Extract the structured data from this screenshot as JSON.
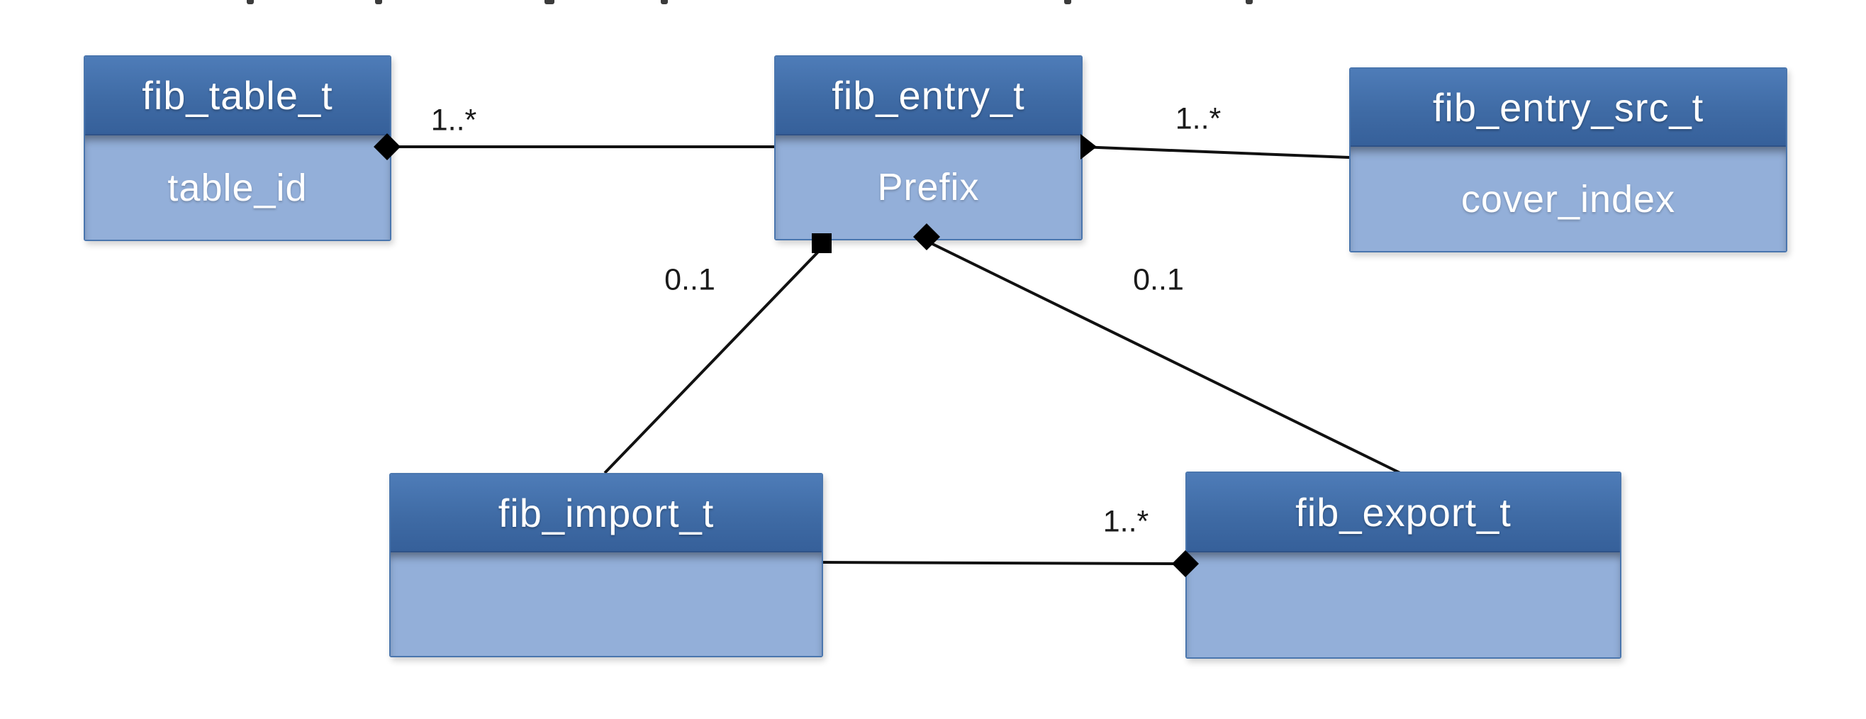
{
  "diagram": {
    "type": "uml-class-diagram",
    "entities": [
      {
        "id": "fib_table_t",
        "title": "fib_table_t",
        "attribute": "table_id"
      },
      {
        "id": "fib_entry_t",
        "title": "fib_entry_t",
        "attribute": "Prefix"
      },
      {
        "id": "fib_entry_src_t",
        "title": "fib_entry_src_t",
        "attribute": "cover_index"
      },
      {
        "id": "fib_import_t",
        "title": "fib_import_t",
        "attribute": ""
      },
      {
        "id": "fib_export_t",
        "title": "fib_export_t",
        "attribute": ""
      }
    ],
    "relationships": [
      {
        "from": "fib_table_t",
        "to": "fib_entry_t",
        "multiplicity": "1..*",
        "marker": "filled-diamond",
        "marker_at": "fib_table_t"
      },
      {
        "from": "fib_entry_t",
        "to": "fib_entry_src_t",
        "multiplicity": "1..*",
        "marker": "filled-diamond",
        "marker_at": "fib_entry_t"
      },
      {
        "from": "fib_entry_t",
        "to": "fib_import_t",
        "multiplicity": "0..1",
        "marker": "filled-square",
        "marker_at": "fib_entry_t"
      },
      {
        "from": "fib_entry_t",
        "to": "fib_export_t",
        "multiplicity": "0..1",
        "marker": "filled-diamond",
        "marker_at": "fib_entry_t"
      },
      {
        "from": "fib_import_t",
        "to": "fib_export_t",
        "multiplicity": "1..*",
        "marker": "filled-diamond",
        "marker_at": "fib_export_t"
      }
    ],
    "colors": {
      "header_top": "#4e7cb8",
      "header_bottom": "#36609a",
      "body": "#93afd9",
      "border": "#4a76ae",
      "line": "#111111",
      "label": "#1a1a1a",
      "title_text": "#ffffff"
    }
  }
}
